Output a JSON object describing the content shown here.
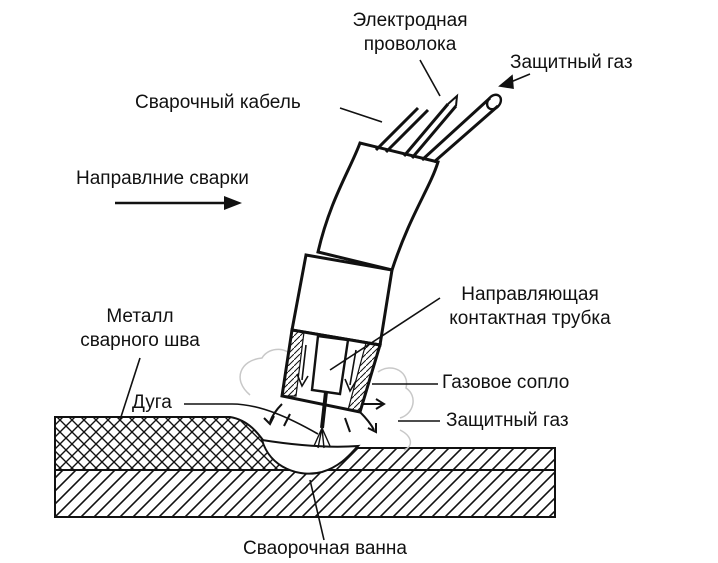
{
  "labels": {
    "electrode_wire": [
      "Электродная",
      "проволока"
    ],
    "shielding_gas_top": "Защитный газ",
    "welding_cable": "Сварочный кабель",
    "welding_direction": "Направлние сварки",
    "contact_tube": [
      "Направляющая",
      "контактная трубка"
    ],
    "weld_metal": [
      "Металл",
      "сварного шва"
    ],
    "gas_nozzle": "Газовое сопло",
    "arc": "Дуга",
    "shielding_gas_side": "Защитный газ",
    "weld_pool": "Сваорочная ванна"
  },
  "colors": {
    "ink": "#111111",
    "paper": "#ffffff",
    "gas_cloud": "#c8c8c8"
  }
}
